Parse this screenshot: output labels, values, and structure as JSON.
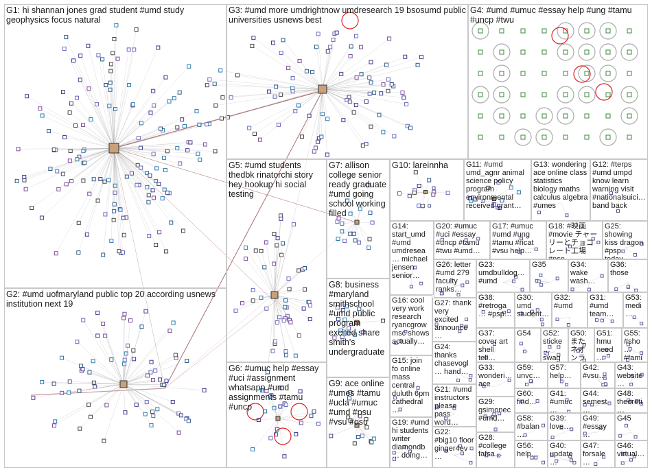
{
  "groups": [
    {
      "id": "G1",
      "label": "G1: hi shannan jones grad student #umd study geophysics focus natural"
    },
    {
      "id": "G2",
      "label": "G2: #umd uofmaryland public top 20 according usnews institution next 19"
    },
    {
      "id": "G3",
      "label": "G3: #umd more umdrightnow umdresearch 19 bsosumd public universities usnews best"
    },
    {
      "id": "G4",
      "label": "G4: #umd #umuc #essay help #ung #tamu #uncp #twu"
    },
    {
      "id": "G5",
      "label": "G5: #umd students thedbk rinatorchi story hey hookup hi social testing"
    },
    {
      "id": "G6",
      "label": "G6: #umuc help #essay #uci #assignment whatsapp #umd assignments #tamu #uncp"
    },
    {
      "id": "G7",
      "label": "G7: allison college senior ready graduate #umd going school working filled"
    },
    {
      "id": "G8",
      "label": "G8: business #maryland smithschool #umd public program excited share smith's undergraduate"
    },
    {
      "id": "G9",
      "label": "G9: ace online #umes #tamu #ucla #umuc #umd #psu #vsu #osu"
    },
    {
      "id": "G10",
      "label": "G10: lareinnha"
    },
    {
      "id": "G11",
      "label": "G11: #umd umd_agnr animal science policy program environmental received grant…"
    },
    {
      "id": "G12",
      "label": "G12: #terps #umd umpd know learn warning visit #nationalsuici… band back"
    },
    {
      "id": "G13",
      "label": "G13: wondering ace online class statistics biology maths calculus algebra #umes"
    },
    {
      "id": "G14",
      "label": "G14: start_umd #umd umdresea… michael jensen senior…"
    },
    {
      "id": "G15",
      "label": "G15: join fo online mass central duluth 6pm cathedral…"
    },
    {
      "id": "G16",
      "label": "G16: cool very work research ryancgrow msc shows actually…"
    },
    {
      "id": "G17",
      "label": "G17: #umuc #umd #ung #tamu #ncat #vsu help…"
    },
    {
      "id": "G18",
      "label": "G18: #映画 #movie チャーリーとチョコレート工場 #psp…"
    },
    {
      "id": "G19",
      "label": "G19: #umd hi students writer diamondb… doing…"
    },
    {
      "id": "G20",
      "label": "G20: #umuc #uci #essay #uncp #tamu #twu #umd…"
    },
    {
      "id": "G21",
      "label": "G21: #umd instructors please pass word…"
    },
    {
      "id": "G22",
      "label": "G22: #big10 floor ginger4ev…"
    },
    {
      "id": "G23",
      "label": "G23: umdbulldog… #umd"
    },
    {
      "id": "G24",
      "label": "G24: thanks chasevogl… hand…"
    },
    {
      "id": "G25",
      "label": "G25: showing kiss dragon #psp today…"
    },
    {
      "id": "G26",
      "label": "G26: letter #umd 279 faculty ranks…"
    },
    {
      "id": "G27",
      "label": "G27: thank very excited announce…"
    },
    {
      "id": "G28",
      "label": "G28: #college fafsa…"
    },
    {
      "id": "G29",
      "label": "G29: gsimonec #umd…"
    },
    {
      "id": "G30",
      "label": "G30: umd student…"
    },
    {
      "id": "G31",
      "label": "G31: #umd team…"
    },
    {
      "id": "G32",
      "label": "G32: #umd"
    },
    {
      "id": "G33",
      "label": "G33: wonderi… ace"
    },
    {
      "id": "G34",
      "label": "G34: wake wash…"
    },
    {
      "id": "G35",
      "label": "G35"
    },
    {
      "id": "G36",
      "label": "G36: those"
    },
    {
      "id": "G37",
      "label": "G37: cover art shell tell…"
    },
    {
      "id": "G38",
      "label": "G38: #retroga… #psp…"
    },
    {
      "id": "G39",
      "label": "G39: love…"
    },
    {
      "id": "G40",
      "label": "G40: update…"
    },
    {
      "id": "G41",
      "label": "G41: #umuc…"
    },
    {
      "id": "G42",
      "label": "G42: #vsu…"
    },
    {
      "id": "G43",
      "label": "G43: website…"
    },
    {
      "id": "G44",
      "label": "G44: semest…"
    },
    {
      "id": "G45",
      "label": "G45"
    },
    {
      "id": "G46",
      "label": "G46: virtual…"
    },
    {
      "id": "G47",
      "label": "G47: forsale…"
    },
    {
      "id": "G48",
      "label": "G48: theoreti…"
    },
    {
      "id": "G49",
      "label": "G49: #essay…"
    },
    {
      "id": "G50",
      "label": "G50: またネオンライ…"
    },
    {
      "id": "G51",
      "label": "G51: hmu need…"
    },
    {
      "id": "G52",
      "label": "G52: sticke… swag…"
    },
    {
      "id": "G53",
      "label": "G53: medi…"
    },
    {
      "id": "G54",
      "label": "G54"
    },
    {
      "id": "G55",
      "label": "G55: #sho… #fami…"
    },
    {
      "id": "G56",
      "label": "G56: help…"
    },
    {
      "id": "G57",
      "label": "G57: help…"
    },
    {
      "id": "G58",
      "label": "G58: #balan…"
    },
    {
      "id": "G59",
      "label": "G59: unvc…"
    },
    {
      "id": "G60",
      "label": "G60: find…"
    }
  ],
  "colors": {
    "border": "#c8c8c8",
    "edge": "#9a9a9a",
    "edge_highlight": "#8b3a3a",
    "node_border": "#4a4a7a",
    "node_fill": "#ffffff",
    "accent_red": "#e02020",
    "accent_green": "#3a8a3a"
  }
}
